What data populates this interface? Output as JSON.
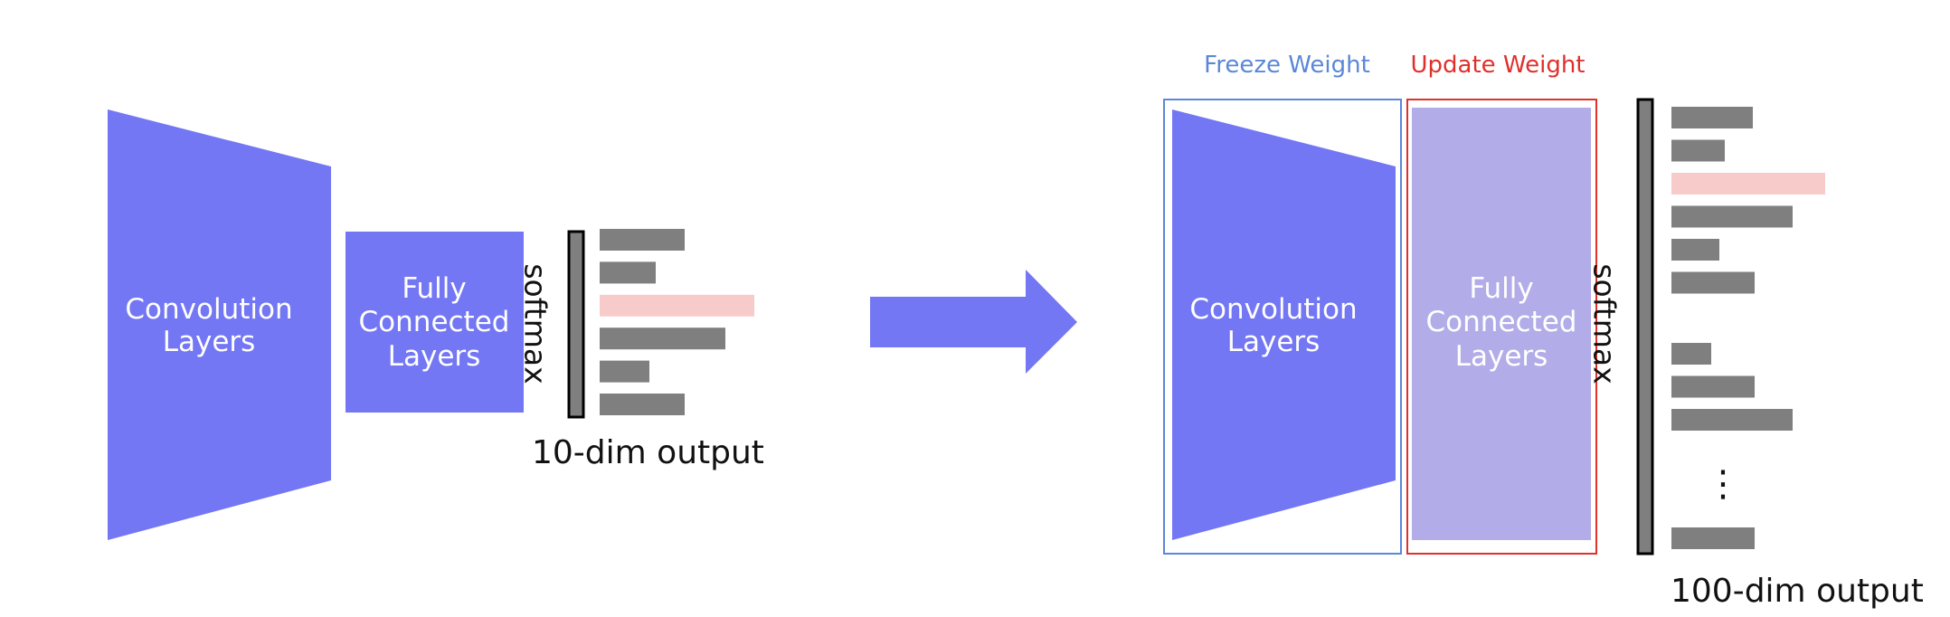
{
  "colors": {
    "conv_fill": "#7477F3",
    "fc_fill_left": "#7477F3",
    "fc_fill_right": "#B2ADE8",
    "arrow_fill": "#7477F3",
    "bar_gray": "#7F7F7F",
    "bar_highlight": "#F8CBCB",
    "freeze_color": "#5B87D8",
    "update_color": "#E0302C",
    "softmax_bar": "#7F7F7F"
  },
  "left": {
    "conv_line1": "Convolution",
    "conv_line2": "Layers",
    "fc_line1": "Fully",
    "fc_line2": "Connected",
    "fc_line3": "Layers",
    "softmax_label": "softmax",
    "output_label": "10-dim output",
    "bars": [
      {
        "value": 0.55,
        "highlight": false
      },
      {
        "value": 0.36,
        "highlight": false
      },
      {
        "value": 1.0,
        "highlight": true
      },
      {
        "value": 0.81,
        "highlight": false
      },
      {
        "value": 0.32,
        "highlight": false
      },
      {
        "value": 0.55,
        "highlight": false
      }
    ]
  },
  "right": {
    "freeze_label": "Freeze Weight",
    "update_label": "Update Weight",
    "conv_line1": "Convolution",
    "conv_line2": "Layers",
    "fc_line1": "Fully",
    "fc_line2": "Connected",
    "fc_line3": "Layers",
    "softmax_label": "softmax",
    "ellipsis": "⋮",
    "output_label": "100-dim output",
    "bars_top": [
      {
        "value": 0.53,
        "highlight": false
      },
      {
        "value": 0.35,
        "highlight": false
      },
      {
        "value": 1.0,
        "highlight": true
      },
      {
        "value": 0.79,
        "highlight": false
      },
      {
        "value": 0.31,
        "highlight": false
      },
      {
        "value": 0.54,
        "highlight": false
      }
    ],
    "bars_bottom": [
      {
        "value": 0.26,
        "highlight": false
      },
      {
        "value": 0.54,
        "highlight": false
      },
      {
        "value": 0.79,
        "highlight": false
      }
    ],
    "bar_last": {
      "value": 0.54,
      "highlight": false
    }
  }
}
